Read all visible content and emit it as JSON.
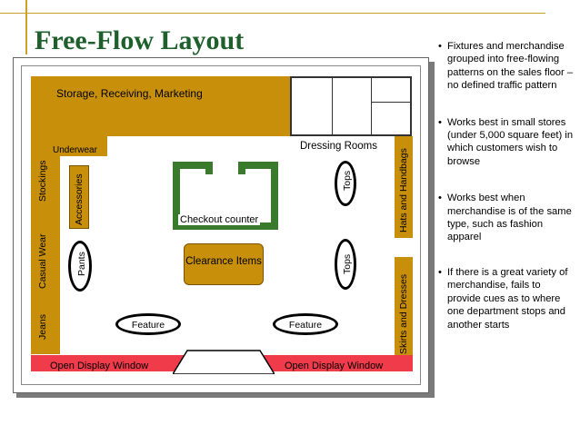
{
  "title": "Free-Flow Layout",
  "bullets": [
    "Fixtures and merchandise grouped into free-flowing patterns on the sales floor – no defined traffic pattern",
    "Works best in small stores (under 5,000 square feet) in which customers wish to browse",
    "Works best when merchandise is of the same type, such as fashion apparel",
    "If there is a great variety of merchandise, fails to provide cues as to where one department stops and another starts"
  ],
  "colors": {
    "title": "#1f5f2c",
    "wall_department": "#c8900a",
    "checkout": "#3a7a2c",
    "display_window": "#f03c4a",
    "rule": "#c9a227"
  },
  "diagram": {
    "storage": "Storage, Receiving, Marketing",
    "underwear": "Underwear",
    "stockings": "Stockings",
    "casual_wear": "Casual Wear",
    "jeans": "Jeans",
    "dressing_rooms": "Dressing Rooms",
    "hats_handbags": "Hats and Handbags",
    "skirts_dresses": "Skirts and Dresses",
    "accessories": "Accessories",
    "pants": "Pants",
    "tops": "Tops",
    "checkout_counter": "Checkout counter",
    "clearance": "Clearance Items",
    "feature": "Feature",
    "open_display_window": "Open Display Window"
  }
}
